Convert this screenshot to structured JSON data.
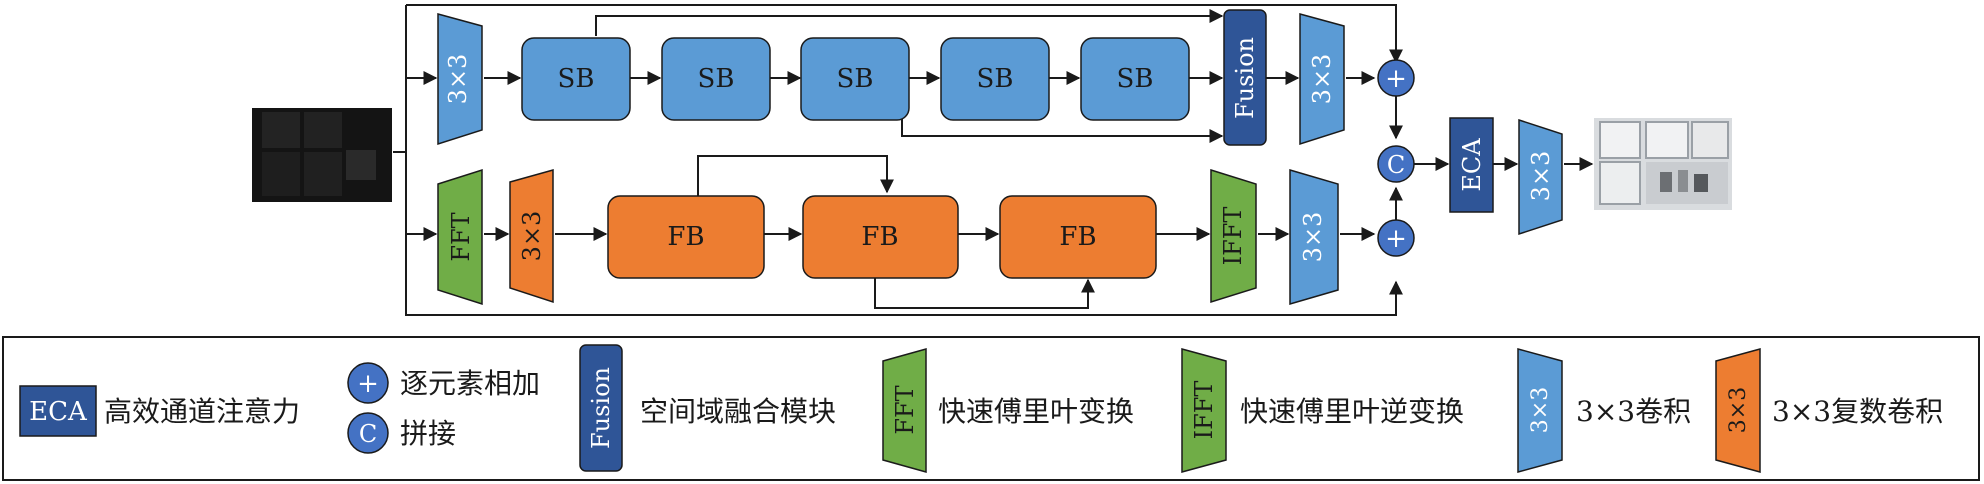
{
  "colors": {
    "sb_blue": "#5b9bd5",
    "trap_blue": "#5b9bd5",
    "fusion_navy": "#2f5597",
    "eca_navy": "#2f5597",
    "fb_orange": "#ed7d31",
    "fft_green": "#70ad47",
    "plus_circle": "#4472c4",
    "line": "#1a1a1a"
  },
  "diagram": {
    "top_conv": "3×3",
    "sb_blocks": [
      "SB",
      "SB",
      "SB",
      "SB",
      "SB"
    ],
    "fusion": "Fusion",
    "top_conv_out": "3×3",
    "fft": "FFT",
    "complex_conv": "3×3",
    "fb_blocks": [
      "FB",
      "FB",
      "FB"
    ],
    "ifft": "IFFT",
    "bottom_conv_out": "3×3",
    "add_symbol": "+",
    "concat_symbol": "C",
    "eca": "ECA",
    "final_conv": "3×3"
  },
  "legend": {
    "eca_symbol": "ECA",
    "eca_text": "高效通道注意力",
    "add_symbol": "+",
    "add_text": "逐元素相加",
    "concat_symbol": "C",
    "concat_text": "拼接",
    "fusion_symbol": "Fusion",
    "fusion_text": "空间域融合模块",
    "fft_symbol": "FFT",
    "fft_text": "快速傅里叶变换",
    "ifft_symbol": "IFFT",
    "ifft_text": "快速傅里叶逆变换",
    "conv_symbol": "3×3",
    "conv_text": "3×3卷积",
    "complex_conv_symbol": "3×3",
    "complex_conv_text": "3×3复数卷积"
  }
}
